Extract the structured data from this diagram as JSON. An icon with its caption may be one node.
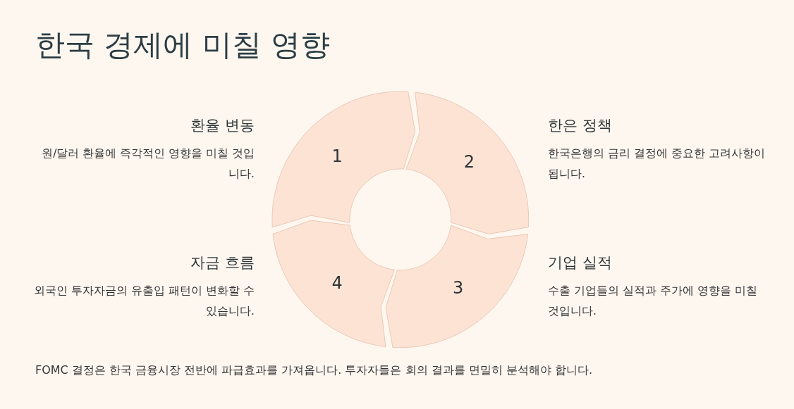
{
  "diagram": {
    "title": "한국 경제에 미칠 영향",
    "caption": "FOMC 결정은 한국 금융시장 전반에 파급효과를 가져옵니다. 투자자들은 회의 결과를 면밀히 분석해야 합니다.",
    "nodes": [
      {
        "text": [
          "1"
        ],
        "beside": [
          "환율 변동",
          "원/달러 환율에 즉각적인 영향을 미칠 것입니다."
        ]
      },
      {
        "text": [
          "2"
        ],
        "beside": [
          "한은 정책",
          "한국은행의 금리 결정에 중요한 고려사항이 됩니다."
        ]
      },
      {
        "text": [
          "3"
        ],
        "beside": [
          "기업 실적",
          "수출 기업들의 실적과 주가에 영향을 미칠 것입니다."
        ]
      },
      {
        "text": [
          "4"
        ],
        "beside": [
          "자금 흐름",
          "외국인 투자자금의 유출입 패턴이 변화할 수 있습니다."
        ]
      }
    ]
  }
}
